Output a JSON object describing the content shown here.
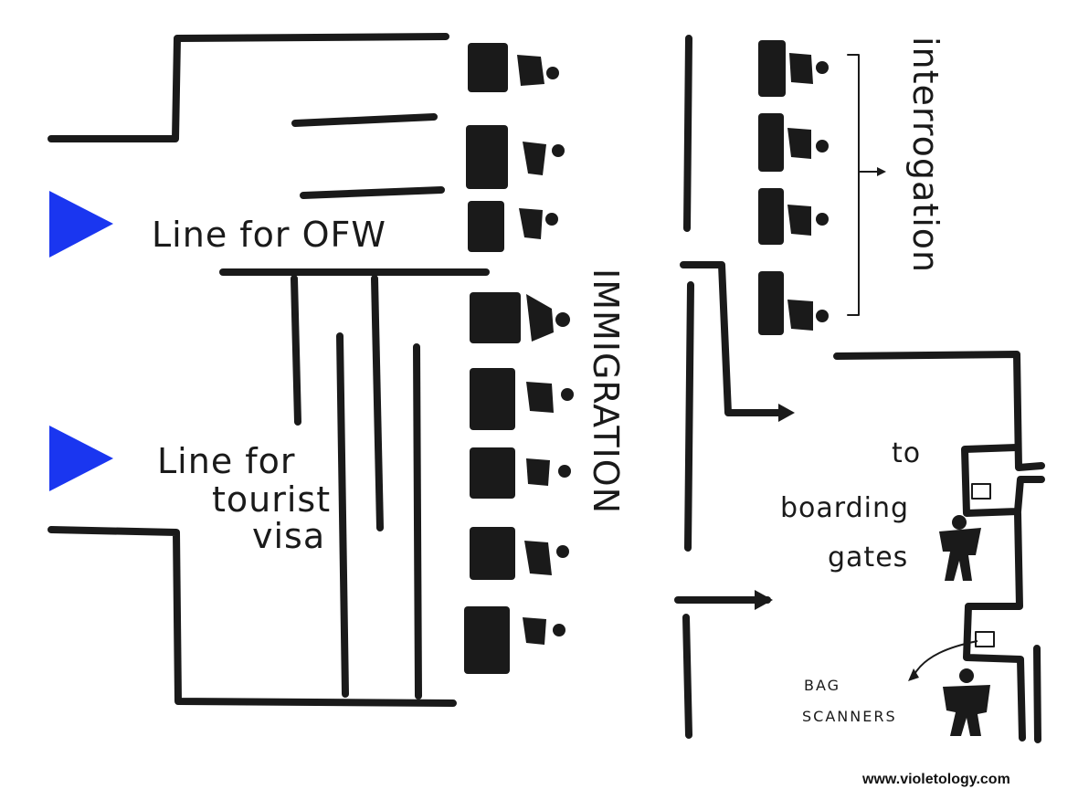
{
  "labels": {
    "ofw_line": "Line for OFW",
    "tourist_line_1": "Line for",
    "tourist_line_2": "tourist",
    "tourist_line_3": "visa",
    "immigration": "IMMIGRATION",
    "interrogation": "interrogation",
    "boarding_1": "to",
    "boarding_2": "boarding",
    "boarding_3": "gates",
    "bag_1": "BAG",
    "bag_2": "SCANNERS",
    "watermark": "www.violetology.com"
  },
  "colors": {
    "ink": "#1a1a1a",
    "arrow_blue": "#1a36f0"
  }
}
